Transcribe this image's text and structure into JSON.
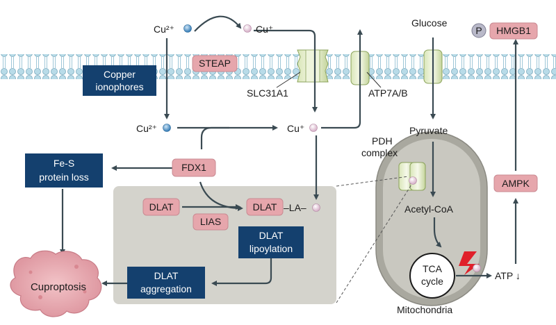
{
  "ions": {
    "cu2_top": "Cu²⁺",
    "cu1_top": "Cu⁺",
    "cu2_mid": "Cu²⁺",
    "cu1_mid": "Cu⁺"
  },
  "labels": {
    "glucose": "Glucose",
    "pyruvate": "Pyruvate",
    "pdh_line1": "PDH",
    "pdh_line2": "complex",
    "acetyl_coa": "Acetyl-CoA",
    "tca_line1": "TCA",
    "tca_line2": "cycle",
    "mitochondria": "Mitochondria",
    "atp": "ATP ↓",
    "slc31a1": "SLC31A1",
    "atp7ab": "ATP7A/B",
    "la": "–LA–",
    "cuproptosis": "Cuproptosis",
    "p": "P"
  },
  "pink_boxes": {
    "steap": "STEAP",
    "hmgb1": "HMGB1",
    "ampk": "AMPK",
    "fdx1": "FDX1",
    "dlat_left": "DLAT",
    "dlat_right": "DLAT",
    "lias": "LIAS"
  },
  "blue_boxes": {
    "copper_ionophores_1": "Copper",
    "copper_ionophores_2": "ionophores",
    "fes_1": "Fe-S",
    "fes_2": "protein loss",
    "dlat_lipoylation_1": "DLAT",
    "dlat_lipoylation_2": "lipoylation",
    "dlat_aggregation_1": "DLAT",
    "dlat_aggregation_2": "aggregation"
  },
  "colors": {
    "pink": "#e6a6ac",
    "navy": "#14406e",
    "membrane": "#9fc7d8",
    "mito": "#b5b5ab",
    "arrow": "#3a4a52",
    "cell": "#e09aa3"
  }
}
